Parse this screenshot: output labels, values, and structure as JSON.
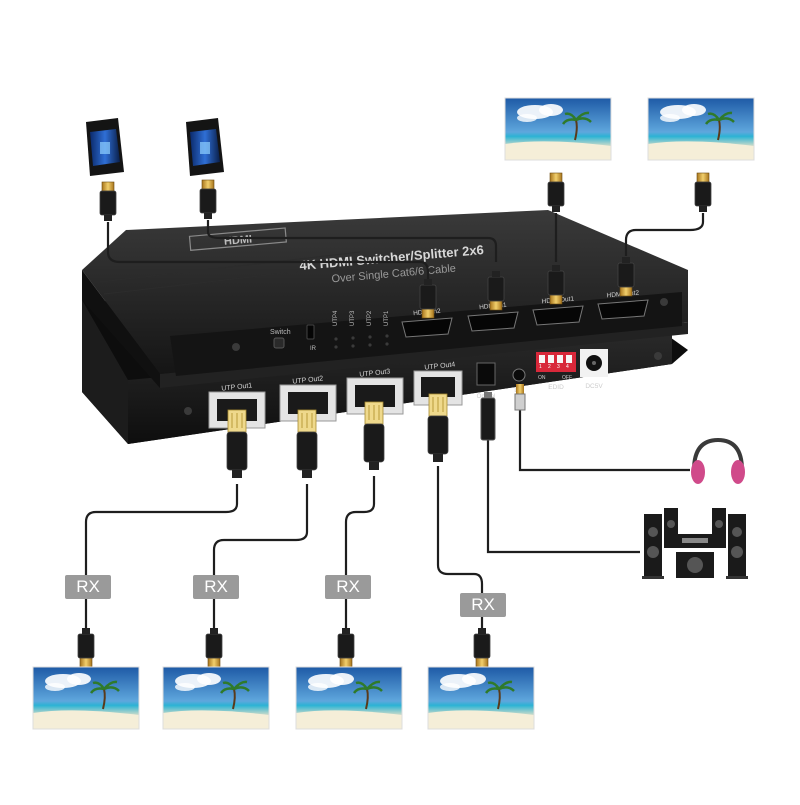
{
  "device": {
    "logo": "HDMI",
    "title": "4K HDMI Switcher/Splitter 2x6",
    "subtitle": "Over Single Cat6/6 Cable",
    "front_labels": {
      "switch": "Switch",
      "ir": "IR",
      "utp4": "UTP4",
      "utp3": "UTP3",
      "utp2": "UTP2",
      "utp1": "UTP1"
    },
    "hdmi_ports": [
      "HDMI In2",
      "HDMI In1",
      "HDMI Out1",
      "HDMI Out2"
    ],
    "rear_ports": [
      "UTP Out1",
      "UTP Out2",
      "UTP Out3",
      "UTP Out4"
    ],
    "optical": "Optical",
    "audio": "L/R",
    "edid": "EDID",
    "dip": [
      "1",
      "2",
      "3",
      "4"
    ],
    "dip_on": "ON",
    "dip_off": "OFF",
    "power": "DC5V"
  },
  "receivers": [
    "RX",
    "RX",
    "RX",
    "RX"
  ],
  "colors": {
    "device": "#1c1c1c",
    "cable": "#1e1e1e",
    "rx_badge": "#9a9a9a",
    "plug_gold": "#d9a33a",
    "rj45": "#e3c56a",
    "dip": "#e0303a",
    "headphones": "#d04a8a",
    "sky": "#2d6bb5",
    "sea": "#2aa0c8"
  },
  "icons": [
    "pc-tower-icon",
    "tv-display-icon",
    "headphones-icon",
    "speaker-system-icon",
    "hdmi-plug-icon",
    "rj45-plug-icon"
  ]
}
